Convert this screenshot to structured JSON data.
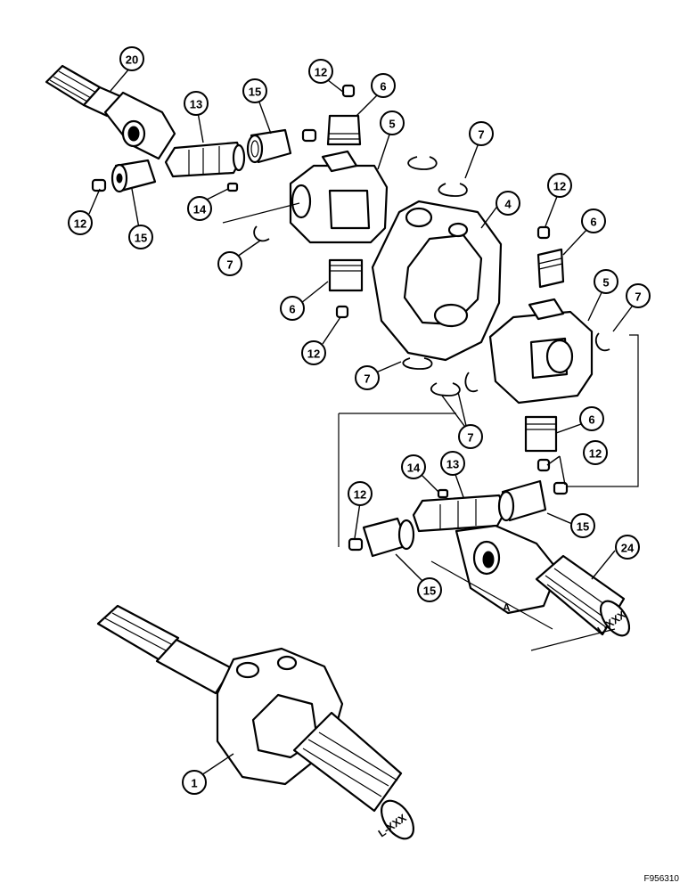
{
  "figure_id": "F956310",
  "shaft_markings": [
    "L-XXX",
    "L-XXX"
  ],
  "dimension_label": "A",
  "callouts": [
    {
      "id": "c20a",
      "label": "20"
    },
    {
      "id": "c12a",
      "label": "12"
    },
    {
      "id": "c6a",
      "label": "6"
    },
    {
      "id": "c15a",
      "label": "15"
    },
    {
      "id": "c13a",
      "label": "13"
    },
    {
      "id": "c5a",
      "label": "5"
    },
    {
      "id": "c7a",
      "label": "7"
    },
    {
      "id": "c12b",
      "label": "12"
    },
    {
      "id": "c15b",
      "label": "15"
    },
    {
      "id": "c14a",
      "label": "14"
    },
    {
      "id": "c7b",
      "label": "7"
    },
    {
      "id": "c4",
      "label": "4"
    },
    {
      "id": "c12c",
      "label": "12"
    },
    {
      "id": "c6b",
      "label": "6"
    },
    {
      "id": "c6c",
      "label": "6"
    },
    {
      "id": "c12d",
      "label": "12"
    },
    {
      "id": "c5b",
      "label": "5"
    },
    {
      "id": "c7c",
      "label": "7"
    },
    {
      "id": "c7d",
      "label": "7"
    },
    {
      "id": "c7e",
      "label": "7"
    },
    {
      "id": "c6d",
      "label": "6"
    },
    {
      "id": "c14b",
      "label": "14"
    },
    {
      "id": "c13b",
      "label": "13"
    },
    {
      "id": "c12e",
      "label": "12"
    },
    {
      "id": "c12f",
      "label": "12"
    },
    {
      "id": "c15c",
      "label": "15"
    },
    {
      "id": "c15d",
      "label": "15"
    },
    {
      "id": "c24",
      "label": "24"
    },
    {
      "id": "c1",
      "label": "1"
    }
  ]
}
